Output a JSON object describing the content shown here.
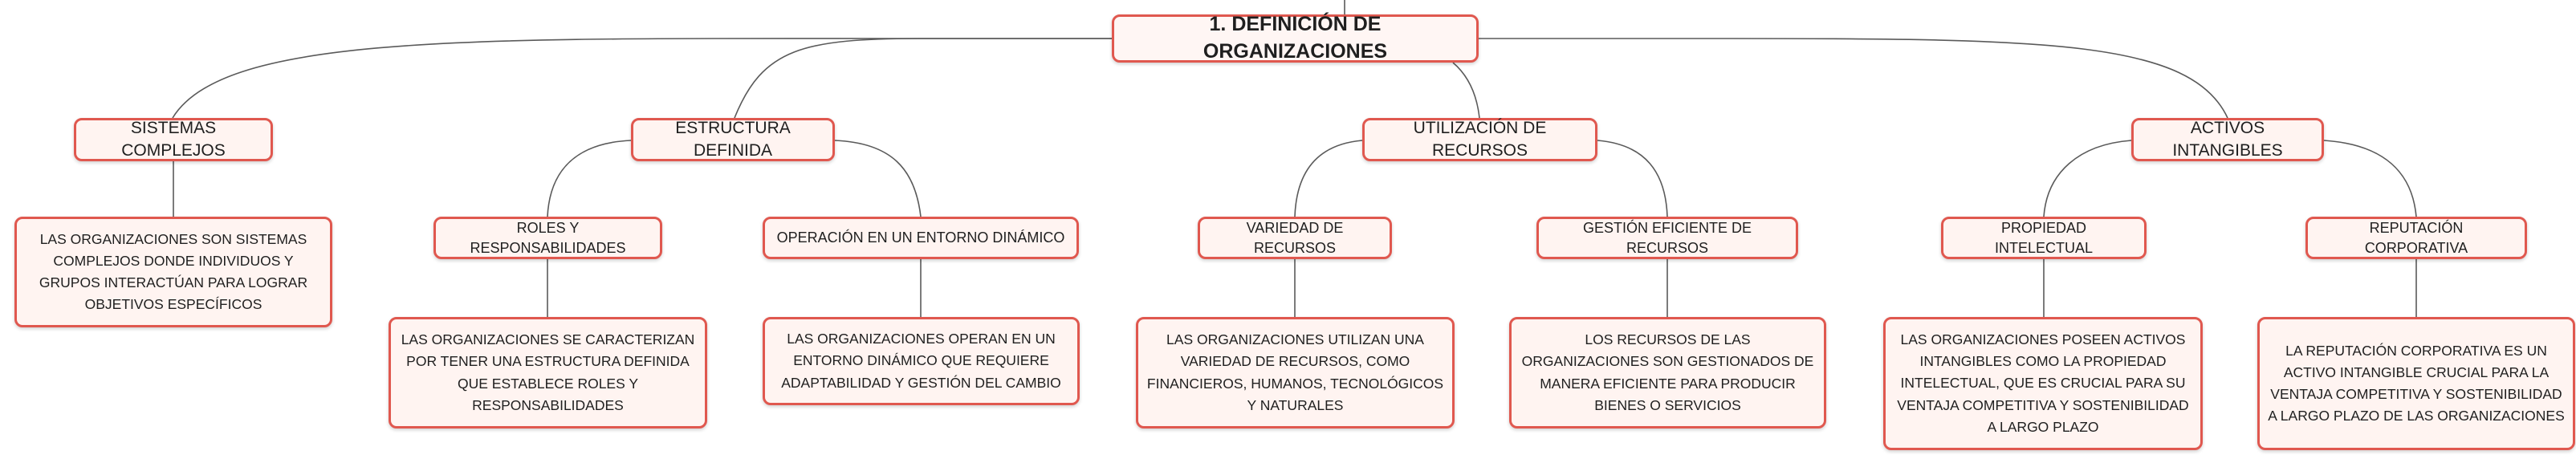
{
  "diagram": {
    "root": {
      "label": "1. DEFINICIÓN DE ORGANIZACIONES"
    },
    "branches": [
      {
        "label": "SISTEMAS COMPLEJOS",
        "children": [
          {
            "text": "LAS ORGANIZACIONES SON SISTEMAS COMPLEJOS DONDE INDIVIDUOS Y GRUPOS INTERACTÚAN PARA LOGRAR OBJETIVOS ESPECÍFICOS"
          }
        ]
      },
      {
        "label": "ESTRUCTURA DEFINIDA",
        "children": [
          {
            "label": "ROLES Y RESPONSABILIDADES",
            "text": "LAS ORGANIZACIONES SE CARACTERIZAN POR TENER UNA ESTRUCTURA DEFINIDA QUE ESTABLECE ROLES Y RESPONSABILIDADES"
          },
          {
            "label": "OPERACIÓN EN UN ENTORNO DINÁMICO",
            "text": "LAS ORGANIZACIONES OPERAN EN UN ENTORNO DINÁMICO QUE REQUIERE ADAPTABILIDAD Y GESTIÓN DEL CAMBIO"
          }
        ]
      },
      {
        "label": "UTILIZACIÓN DE RECURSOS",
        "children": [
          {
            "label": "VARIEDAD DE RECURSOS",
            "text": "LAS ORGANIZACIONES UTILIZAN UNA VARIEDAD DE RECURSOS, COMO FINANCIEROS, HUMANOS, TECNOLÓGICOS Y NATURALES"
          },
          {
            "label": "GESTIÓN EFICIENTE DE RECURSOS",
            "text": "LOS RECURSOS DE LAS ORGANIZACIONES SON GESTIONADOS DE MANERA EFICIENTE PARA PRODUCIR BIENES O SERVICIOS"
          }
        ]
      },
      {
        "label": "ACTIVOS INTANGIBLES",
        "children": [
          {
            "label": "PROPIEDAD INTELECTUAL",
            "text": "LAS ORGANIZACIONES POSEEN ACTIVOS INTANGIBLES COMO LA PROPIEDAD INTELECTUAL, QUE ES CRUCIAL PARA SU VENTAJA COMPETITIVA Y SOSTENIBILIDAD A LARGO PLAZO"
          },
          {
            "label": "REPUTACIÓN CORPORATIVA",
            "text": "LA REPUTACIÓN CORPORATIVA ES UN ACTIVO INTANGIBLE CRUCIAL PARA LA VENTAJA COMPETITIVA Y SOSTENIBILIDAD A LARGO PLAZO DE LAS ORGANIZACIONES"
          }
        ]
      }
    ],
    "colors": {
      "border": "#e0584f",
      "fill": "#fff4f1",
      "line": "#5a5a5a",
      "text": "#1f1f1f"
    }
  }
}
